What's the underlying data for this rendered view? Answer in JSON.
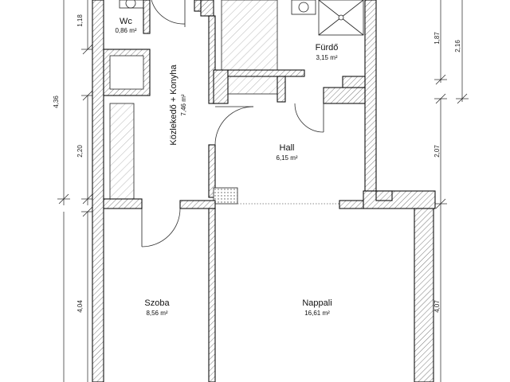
{
  "rooms": [
    {
      "id": "wc",
      "name": "Wc",
      "area": "0,86 m²"
    },
    {
      "id": "furdo",
      "name": "Fürdő",
      "area": "3,15 m²"
    },
    {
      "id": "kozlekedo",
      "name": "Közlekedő + Konyha",
      "area": "7,46 m²"
    },
    {
      "id": "hall",
      "name": "Hall",
      "area": "6,15 m²"
    },
    {
      "id": "szoba",
      "name": "Szoba",
      "area": "8,56 m²"
    },
    {
      "id": "nappali",
      "name": "Nappali",
      "area": "16,61 m²"
    }
  ],
  "dimensions": {
    "left_outer": "4,36",
    "left_upper": "1,18",
    "left_middle": "2,20",
    "left_lower": "4,04",
    "right_upper_inner": "1,87",
    "right_upper_outer": "2,16",
    "right_middle": "2,07",
    "right_lower": "4,07"
  }
}
